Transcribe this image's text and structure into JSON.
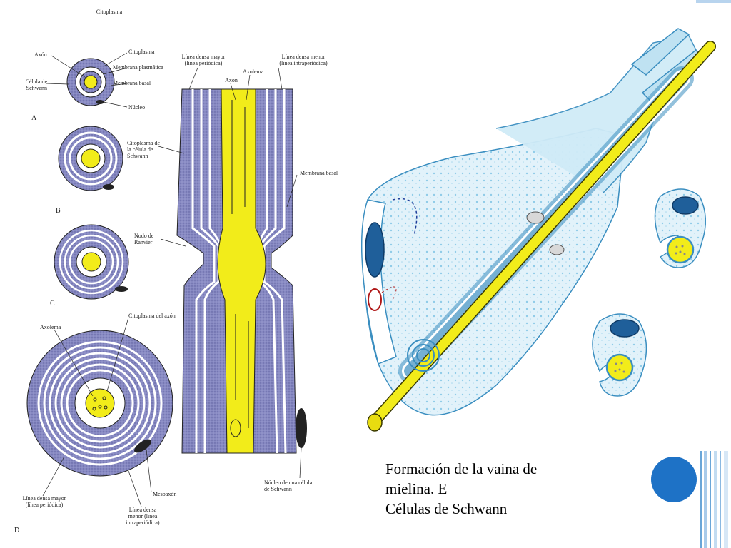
{
  "caption": {
    "line1": "Formación de la vaina de",
    "line2": "mielina. E",
    "line3": "Células de Schwann"
  },
  "left_diagram": {
    "labels": {
      "citoplasma_top": "Citoplasma",
      "axon": "Axón",
      "citoplasma_a": "Citoplasma",
      "membrana_plasmatica": "Membrana plasmática",
      "celula_schwann": "Célula de\nSchwann",
      "membrana_basal_a": "Membrana basal",
      "nucleo": "Núcleo",
      "citoplasma_celula_schwann": "Citoplasma de\nla célula de\nSchwann",
      "nodo_ranvier": "Nodo de\nRanvier",
      "citoplasma_axon": "Citoplasma del axón",
      "axolema_d": "Axolema",
      "linea_densa_mayor_top": "Línea densa mayor\n(línea periódica)",
      "axon_center": "Axón",
      "axolema_top": "Axolema",
      "linea_densa_menor_top": "Línea densa menor\n(línea intraperiódica)",
      "membrana_basal_right": "Membrana basal",
      "nucleo_celula_schwann": "Núcleo de una célula\nde Schwann",
      "mesoaxon": "Mesoaxón",
      "linea_densa_mayor_bottom": "Línea densa mayor\n(línea periódica)",
      "linea_densa_menor_bottom": "Línea densa\nmenor (línea\nintraperiódica)"
    },
    "stages": [
      "A",
      "B",
      "C",
      "D"
    ]
  },
  "colors": {
    "axon_yellow": "#f2ec1a",
    "sheath_purple": "#8a8cc4",
    "schwann_blue": "#bfe2f2",
    "accent_blue": "#1e72c6"
  }
}
